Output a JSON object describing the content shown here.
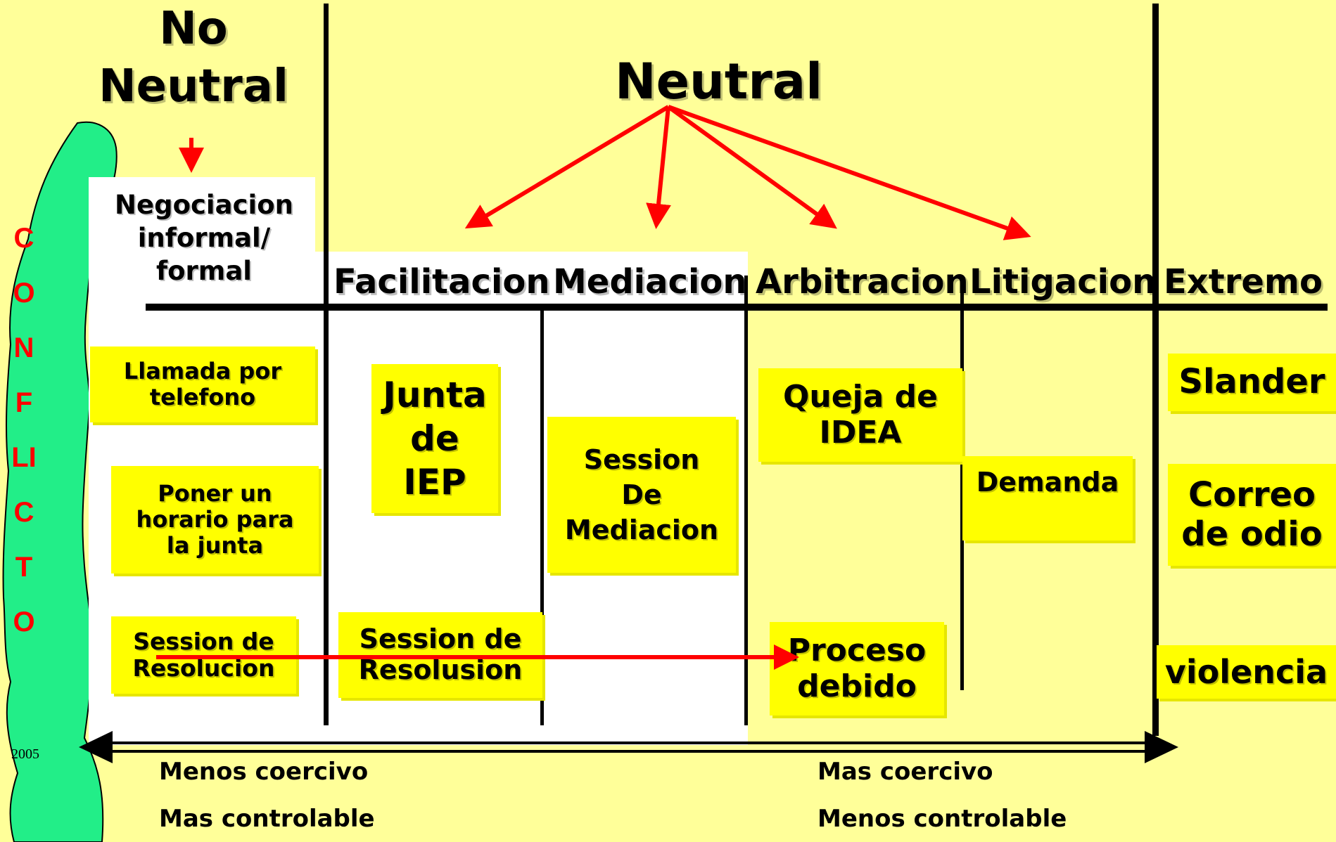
{
  "headers": {
    "no_neutral": "No\nNeutral",
    "neutral": "Neutral",
    "facilitacion": "Facilitacion",
    "mediacion": "Mediacion",
    "arbitracion": "Arbitracion",
    "litigacion": "Litigacion",
    "extremo": "Extremo"
  },
  "negociacion": "Negociacion\ninformal/\nformal",
  "boxes": {
    "llamada": "Llamada por\ntelefono",
    "poner": "Poner un\nhorario para\nla junta",
    "session_resolucion": "Session de\nResolucion",
    "junta_iep": "Junta\nde\nIEP",
    "session_resolusion": "Session de\nResolusion",
    "session_mediacion": "Session\nDe\nMediacion",
    "queja": "Queja de\nIDEA",
    "proceso": "Proceso\ndebido",
    "demanda": "Demanda",
    "slander": "Slander",
    "correo": "Correo\nde odio",
    "violencia": "violencia"
  },
  "side_word": "CONFLICTO",
  "year": "2005",
  "bottom": {
    "left_1": "Menos coercivo",
    "left_2": "Mas controlable",
    "right_1": "Mas coercivo",
    "right_2": "Menos controlable"
  },
  "colors": {
    "background": "#ffff99",
    "box": "#ffff00",
    "arrow": "#ff0000",
    "shape": "#22ee88"
  }
}
